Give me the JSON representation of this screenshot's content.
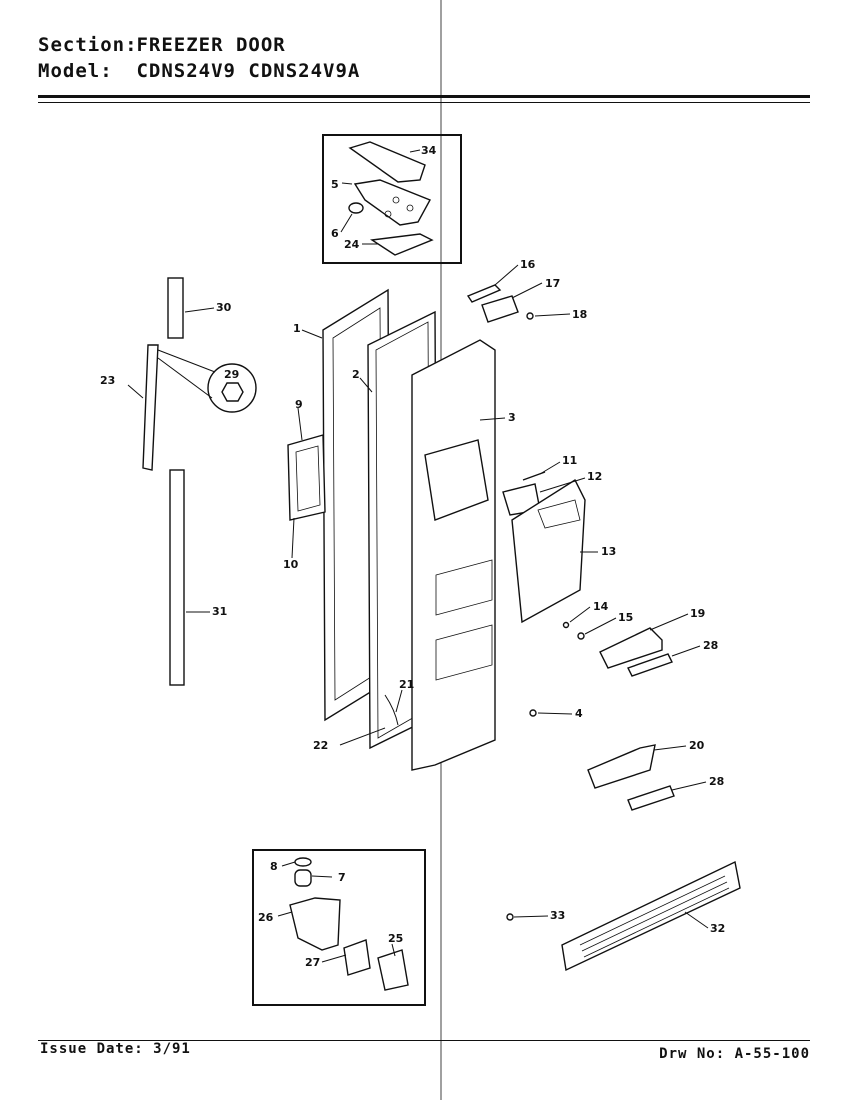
{
  "header": {
    "section_label": "Section:",
    "section_value": "FREEZER DOOR",
    "model_label": "Model:",
    "model_value": "CDNS24V9  CDNS24V9A"
  },
  "footer": {
    "issue_date": "Issue Date: 3/91",
    "drawing_number": "Drw No: A-55-100"
  },
  "callouts": [
    "34",
    "5",
    "6",
    "24",
    "16",
    "17",
    "18",
    "30",
    "1",
    "2",
    "3",
    "29",
    "23",
    "9",
    "10",
    "11",
    "12",
    "13",
    "14",
    "15",
    "19",
    "28",
    "4",
    "22",
    "21",
    "31",
    "20",
    "28",
    "8",
    "7",
    "26",
    "27",
    "25",
    "33",
    "32"
  ]
}
